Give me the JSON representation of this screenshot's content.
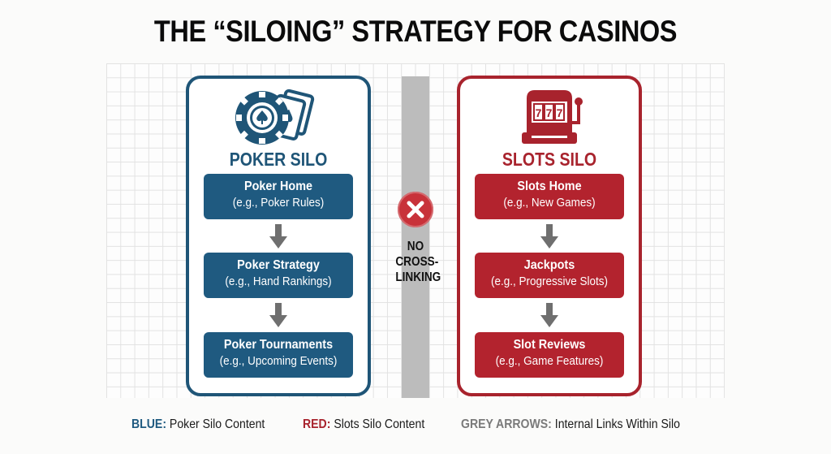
{
  "title": "THE “SILOING” STRATEGY FOR CASINOS",
  "colors": {
    "poker_blue": "#1f5577",
    "slots_red": "#a8232d",
    "arrow_grey": "#6f6f6f",
    "divider_grey": "#bcbcbc"
  },
  "poker_silo": {
    "icon": "poker-chip-and-cards-icon",
    "title": "POKER SILO",
    "nodes": [
      {
        "title": "Poker Home",
        "example": "(e.g., Poker Rules)"
      },
      {
        "title": "Poker Strategy",
        "example": "(e.g., Hand Rankings)"
      },
      {
        "title": "Poker Tournaments",
        "example": "(e.g., Upcoming Events)"
      }
    ]
  },
  "slots_silo": {
    "icon": "slot-machine-777-icon",
    "title": "SLOTS SILO",
    "nodes": [
      {
        "title": "Slots Home",
        "example": "(e.g., New Games)"
      },
      {
        "title": "Jackpots",
        "example": "(e.g., Progressive Slots)"
      },
      {
        "title": "Slot Reviews",
        "example": "(e.g., Game Features)"
      }
    ]
  },
  "separator": {
    "icon": "x-circle-icon",
    "label_lines": [
      "NO",
      "CROSS-",
      "LINKING"
    ]
  },
  "legend": [
    {
      "key": "BLUE:",
      "text": " Poker Silo Content",
      "color": "#1f5a80"
    },
    {
      "key": "RED:",
      "text": " Slots Silo Content",
      "color": "#a8232d"
    },
    {
      "key": "GREY ARROWS:",
      "text": " Internal Links Within Silo",
      "color": "#7a7a7a"
    }
  ]
}
